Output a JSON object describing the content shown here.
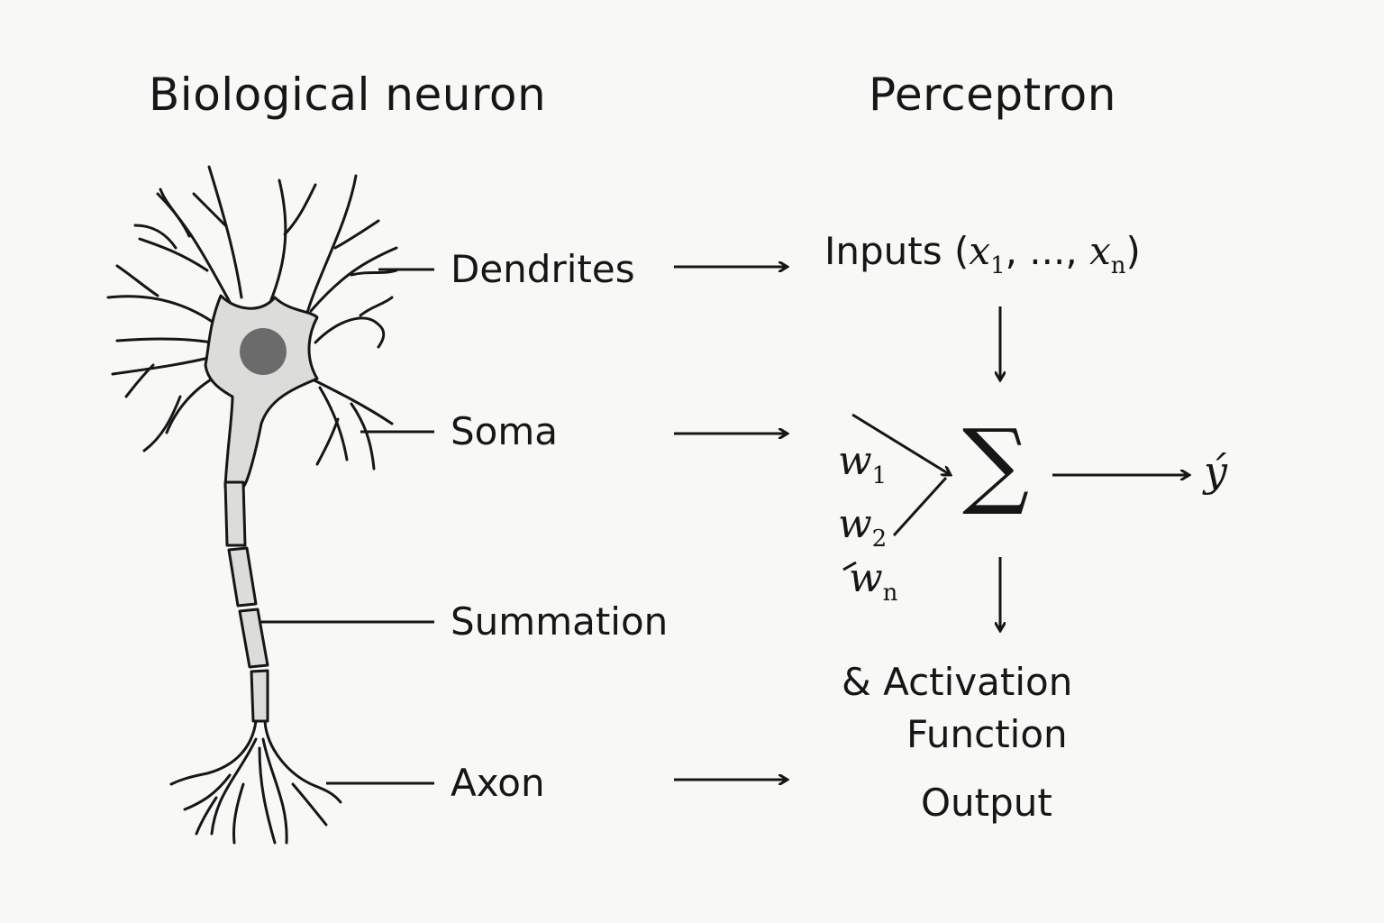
{
  "titles": {
    "left": "Biological neuron",
    "right": "Perceptron"
  },
  "neuron_labels": {
    "dendrites": "Dendrites",
    "soma": "Soma",
    "summation": "Summation",
    "axon": "Axon"
  },
  "perceptron": {
    "inputs_text": "Inputs (",
    "x_sym": "x",
    "x1_sub": "1",
    "ellipsis": ", ..., ",
    "xn_sub": "n",
    "close_paren": ")",
    "w_sym": "w",
    "w1_sub": "1",
    "w2_sub": "2",
    "wn_sub": "n",
    "sum_symbol": "∑",
    "output_symbol": "ý",
    "activation_line1": "&  Activation",
    "activation_line2": "Function",
    "output_text": "Output"
  },
  "colors": {
    "ink": "#161616",
    "soma_fill": "#dcdcda",
    "nucleus": "#6b6b6b",
    "background": "#f8f8f6"
  }
}
